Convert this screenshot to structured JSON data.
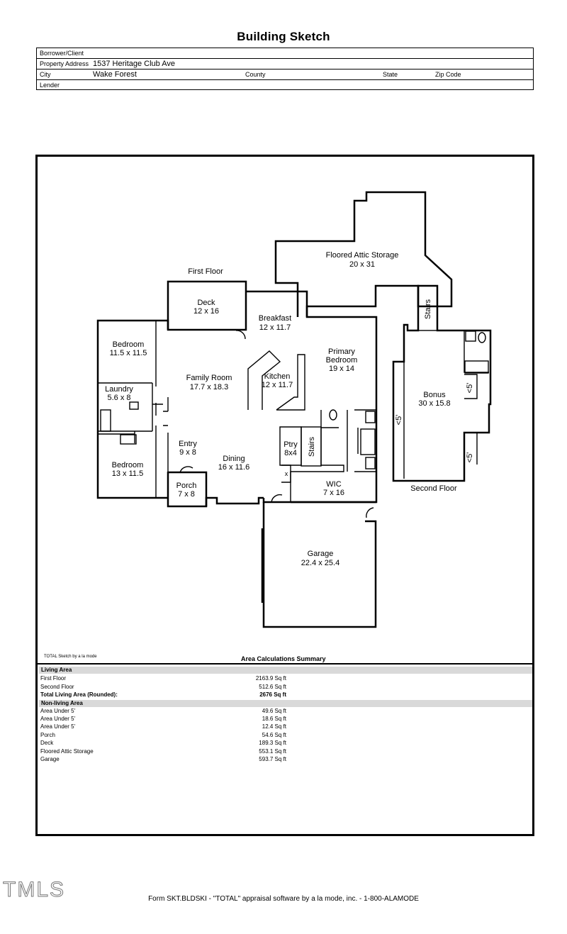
{
  "document": {
    "title": "Building Sketch",
    "footer": "Form SKT.BLDSKI - \"TOTAL\" appraisal software by a la mode, inc. - 1-800-ALAMODE",
    "watermark": "TMLS"
  },
  "header": {
    "borrower_label": "Borrower/Client",
    "borrower_value": "",
    "address_label": "Property Address",
    "address_value": "1537 Heritage Club Ave",
    "city_label": "City",
    "city_value": "Wake Forest",
    "county_label": "County",
    "state_label": "State",
    "zip_label": "Zip Code",
    "lender_label": "Lender"
  },
  "sketch": {
    "first_floor_label": "First Floor",
    "second_floor_label": "Second Floor",
    "rooms": {
      "attic_name": "Floored Attic Storage",
      "attic_dim": "20 x 31",
      "deck_name": "Deck",
      "deck_dim": "12 x 16",
      "breakfast_name": "Breakfast",
      "breakfast_dim": "12 x 11.7",
      "bedroom1_name": "Bedroom",
      "bedroom1_dim": "11.5 x 11.5",
      "family_name": "Family Room",
      "family_dim": "17.7 x 18.3",
      "kitchen_name": "Kitchen",
      "kitchen_dim": "12 x 11.7",
      "primary_name1": "Primary",
      "primary_name2": "Bedroom",
      "primary_dim": "19 x 14",
      "laundry_name": "Laundry",
      "laundry_dim": "5.6 x 8",
      "entry_name": "Entry",
      "entry_dim": "9 x 8",
      "dining_name": "Dining",
      "dining_dim": "16 x 11.6",
      "pantry_name": "Ptry",
      "pantry_dim": "8x4",
      "stairs_label": "Stairs",
      "bedroom2_name": "Bedroom",
      "bedroom2_dim": "13 x 11.5",
      "porch_name": "Porch",
      "porch_dim": "7 x 8",
      "wic_name": "WIC",
      "wic_dim": "7 x 16",
      "bonus_name": "Bonus",
      "bonus_dim": "30 x 15.8",
      "under5_label": "<5'",
      "garage_name": "Garage",
      "garage_dim": "22.4 x 25.4",
      "closet_mark": "x"
    }
  },
  "summary": {
    "credit": "TOTAL Sketch by a la mode",
    "title": "Area Calculations Summary",
    "living_header": "Living Area",
    "living_rows": [
      {
        "label": "First Floor",
        "value": "2163.9 Sq ft"
      },
      {
        "label": "Second Floor",
        "value": "512.6 Sq ft"
      }
    ],
    "total_label": "Total Living Area (Rounded):",
    "total_value": "2676 Sq ft",
    "nonliving_header": "Non-living Area",
    "nonliving_rows": [
      {
        "label": "Area Under 5'",
        "value": "49.6 Sq ft"
      },
      {
        "label": "Area Under 5'",
        "value": "18.6 Sq ft"
      },
      {
        "label": "Area Under 5'",
        "value": "12.4 Sq ft"
      },
      {
        "label": "Porch",
        "value": "54.6 Sq ft"
      },
      {
        "label": "Deck",
        "value": "189.3 Sq ft"
      },
      {
        "label": "Floored Attic Storage",
        "value": "553.1 Sq ft"
      },
      {
        "label": "Garage",
        "value": "593.7 Sq ft"
      }
    ]
  }
}
